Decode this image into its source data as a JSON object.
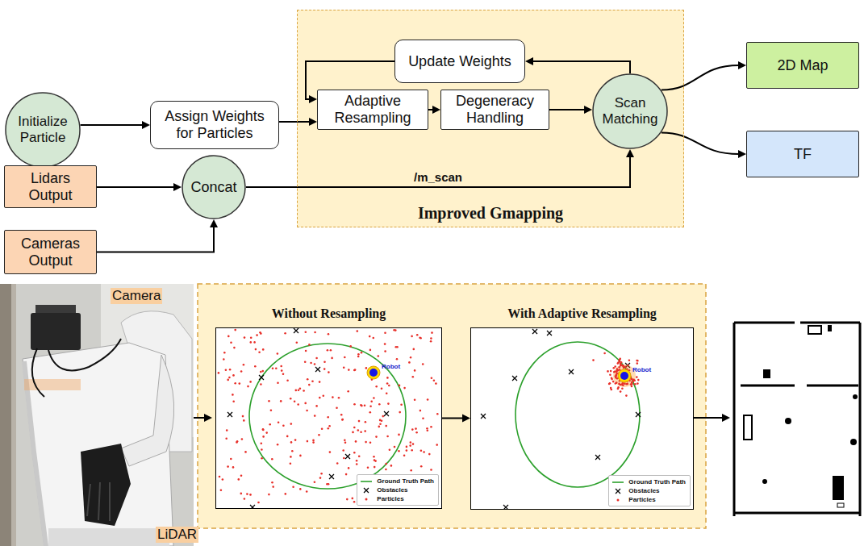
{
  "diagram": {
    "nodes": [
      {
        "text": [
          "Initialize Particle"
        ]
      },
      {
        "text": [
          "Assign Weights for Particles"
        ]
      },
      {
        "text": [
          "Lidars Output"
        ]
      },
      {
        "text": [
          "Concat"
        ]
      },
      {
        "text": [
          "Cameras Output"
        ]
      },
      {
        "text": [
          "Improved Gmapping"
        ]
      },
      {
        "text": [
          "Update Weights"
        ],
        "in": 5
      },
      {
        "text": [
          "Adaptive Resampling"
        ],
        "in": 5
      },
      {
        "text": [
          "Degeneracy Handling"
        ],
        "in": 5
      },
      {
        "text": [
          "Scan Matching"
        ],
        "in": 5
      },
      {
        "text": [
          "2D Map"
        ]
      },
      {
        "text": [
          "TF"
        ]
      },
      {
        "text": [
          "Without Resampling",
          "Robot",
          "Ground Truth Path",
          "Obstacles",
          "Particles"
        ]
      },
      {
        "text": [
          "With Adaptive Resampling",
          "Robot",
          "Ground Truth Path",
          "Obstacles",
          "Particles"
        ]
      }
    ],
    "edges": [
      {
        "from": 0,
        "to": 1,
        "arrow": "to"
      },
      {
        "from": 1,
        "to": 7,
        "arrow": "to"
      },
      {
        "from": 2,
        "to": 3,
        "arrow": "to"
      },
      {
        "from": 4,
        "to": 3,
        "arrow": "to"
      },
      {
        "from": 3,
        "to": 9,
        "label": "/m_scan",
        "arrow": "to"
      },
      {
        "from": 7,
        "to": 8,
        "arrow": "to"
      },
      {
        "from": 8,
        "to": 9,
        "arrow": "to"
      },
      {
        "from": 9,
        "to": 6,
        "arrow": "to"
      },
      {
        "from": 6,
        "to": 7,
        "arrow": "to"
      },
      {
        "from": 9,
        "to": 10,
        "arrow": "to"
      },
      {
        "from": 9,
        "to": 11,
        "arrow": "to"
      },
      {
        "from": 12,
        "to": 13,
        "arrow": "to"
      }
    ],
    "labels": [
      "Camera",
      "LiDAR"
    ]
  }
}
